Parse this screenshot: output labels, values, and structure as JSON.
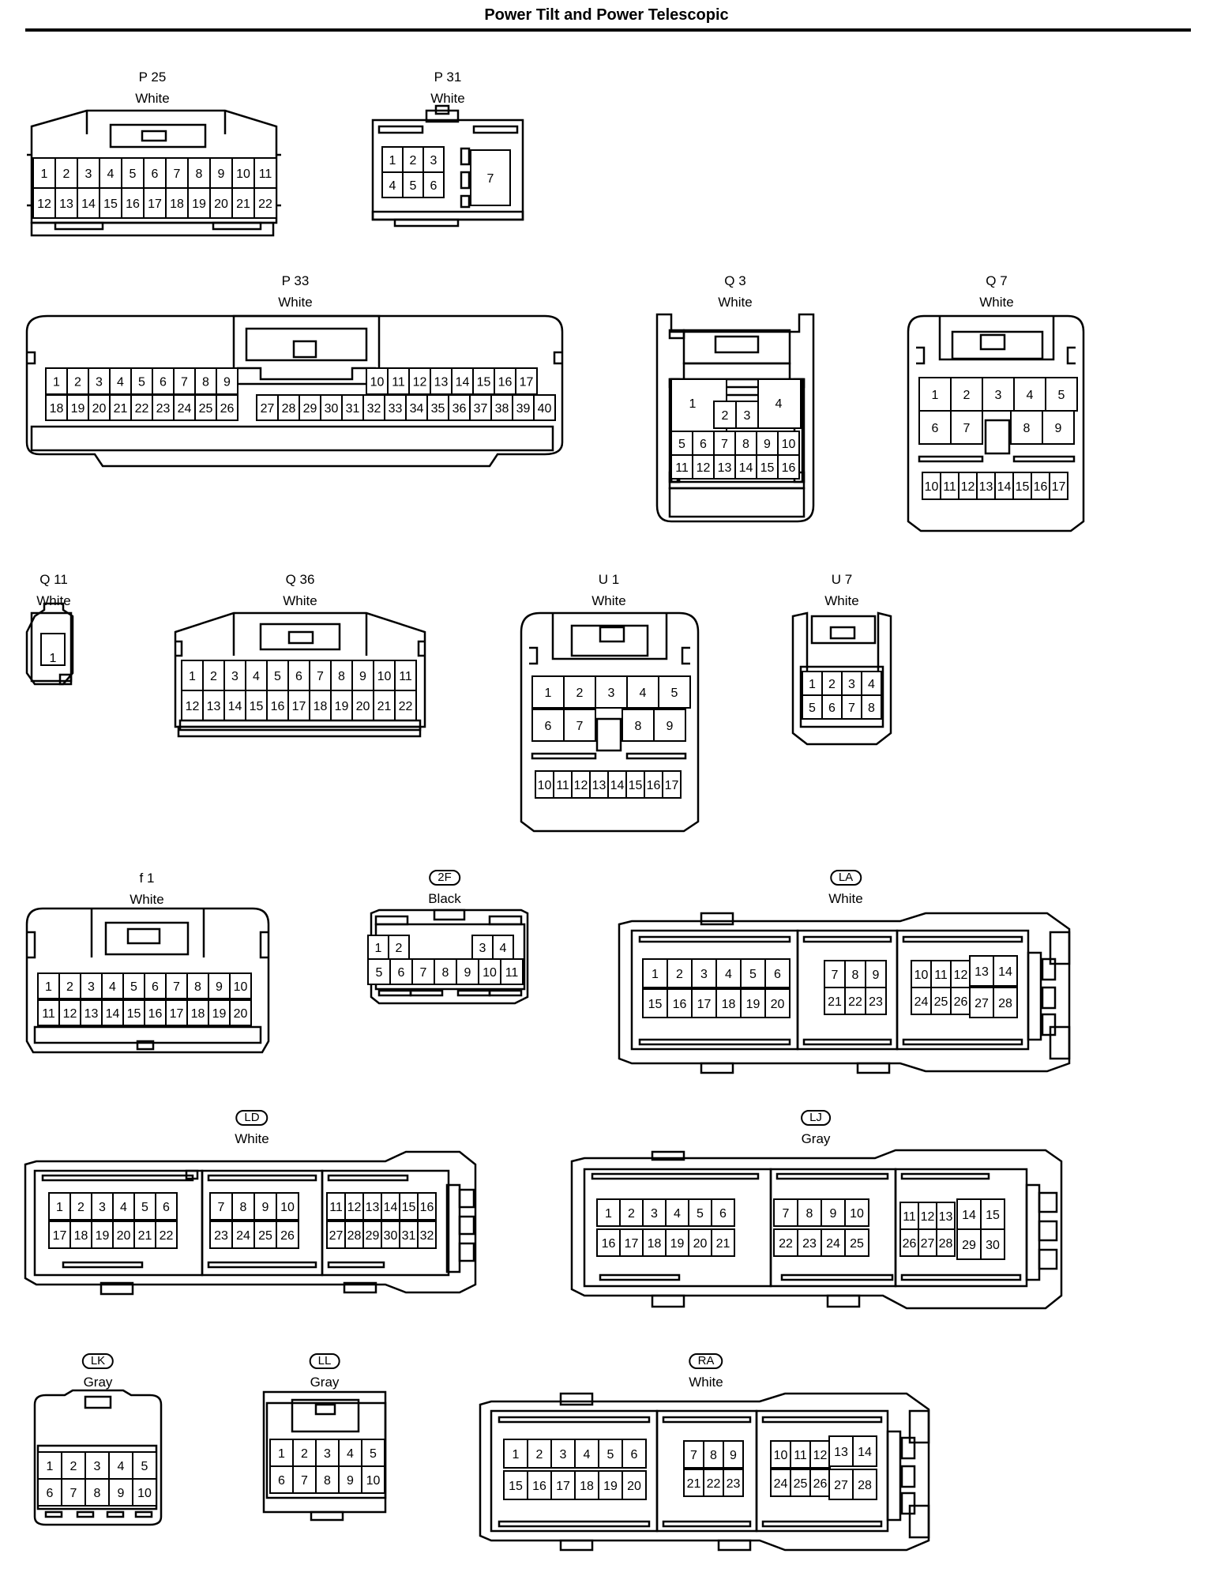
{
  "title": "Power Tilt and Power Telescopic",
  "connectors": [
    {
      "id": "p25",
      "name": "P 25",
      "color": "White",
      "boxed": false
    },
    {
      "id": "p31",
      "name": "P 31",
      "color": "White",
      "boxed": false
    },
    {
      "id": "p33",
      "name": "P 33",
      "color": "White",
      "boxed": false
    },
    {
      "id": "q3",
      "name": "Q 3",
      "color": "White",
      "boxed": false
    },
    {
      "id": "q7",
      "name": "Q 7",
      "color": "White",
      "boxed": false
    },
    {
      "id": "q11",
      "name": "Q 11",
      "color": "White",
      "boxed": false
    },
    {
      "id": "q36",
      "name": "Q 36",
      "color": "White",
      "boxed": false
    },
    {
      "id": "u1",
      "name": "U 1",
      "color": "White",
      "boxed": false
    },
    {
      "id": "u7",
      "name": "U 7",
      "color": "White",
      "boxed": false
    },
    {
      "id": "f1",
      "name": "f 1",
      "color": "White",
      "boxed": false
    },
    {
      "id": "c2f",
      "name": "2F",
      "color": "Black",
      "boxed": true
    },
    {
      "id": "la",
      "name": "LA",
      "color": "White",
      "boxed": true
    },
    {
      "id": "ld",
      "name": "LD",
      "color": "White",
      "boxed": true
    },
    {
      "id": "lj",
      "name": "LJ",
      "color": "Gray",
      "boxed": true
    },
    {
      "id": "lk",
      "name": "LK",
      "color": "Gray",
      "boxed": true
    },
    {
      "id": "ll",
      "name": "LL",
      "color": "Gray",
      "boxed": true
    },
    {
      "id": "ra",
      "name": "RA",
      "color": "White",
      "boxed": true
    }
  ]
}
